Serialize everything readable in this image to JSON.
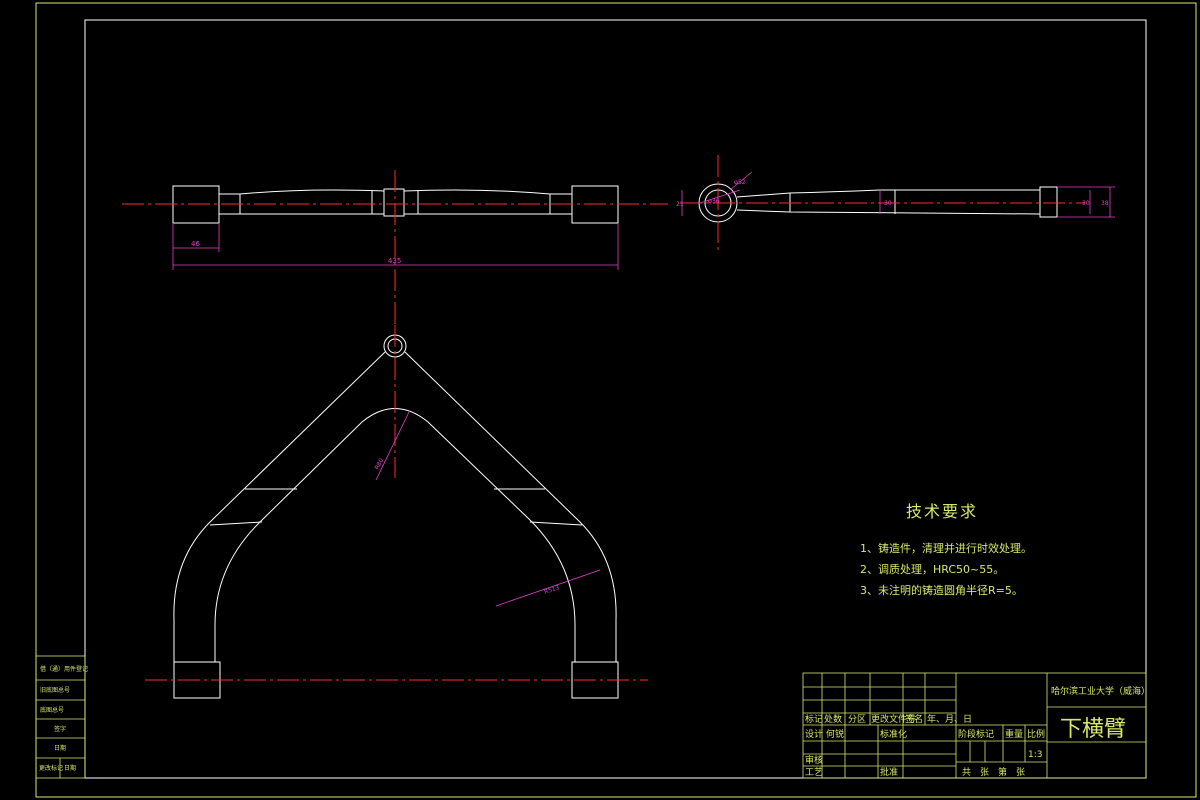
{
  "dimensions": {
    "top_view_width": "46",
    "top_view_length": "435",
    "side_view_d1": "21",
    "side_view_phi1": "φ36",
    "side_view_phi2": "φ52",
    "side_view_d2": "30",
    "side_view_d3": "30",
    "side_view_d4": "38",
    "front_view_r1": "R80",
    "front_view_r2": "R513"
  },
  "technical_requirements": {
    "title": "技术要求",
    "items": [
      "1、铸造件，清理并进行时效处理。",
      "2、调质处理，HRC50~55。",
      "3、未注明的铸造圆角半径R=5。"
    ]
  },
  "title_block": {
    "school": "哈尔滨工业大学（威海）",
    "part_name": "下横臂",
    "scale": "1:3",
    "labels": {
      "biaoji": "标记",
      "chushu": "处数",
      "fenqu": "分区",
      "gengwenjian": "更改文件号",
      "qianming": "签名",
      "nianyueri": "年、月、日",
      "sheji": "设计",
      "designer": "何锐",
      "biaozhunhua": "标准化",
      "jieduan": "阶段标记",
      "zhongliang": "重量",
      "bili": "比例",
      "shenhe": "审核",
      "gongyi": "工艺",
      "pizhun": "批准",
      "gongzhang": "共　张　第　张"
    }
  },
  "side_block": {
    "rows": [
      "借（通）用件登记",
      "旧底图总号",
      "底图总号",
      "签字",
      "日期"
    ],
    "bottom_left": "更改标记",
    "bottom_right": "日期"
  },
  "colors": {
    "frame": "#d8e86a",
    "outline": "#ffffff",
    "centerline": "#ff2a2a",
    "dimension": "#e040c8",
    "text": "#d8e86a"
  }
}
